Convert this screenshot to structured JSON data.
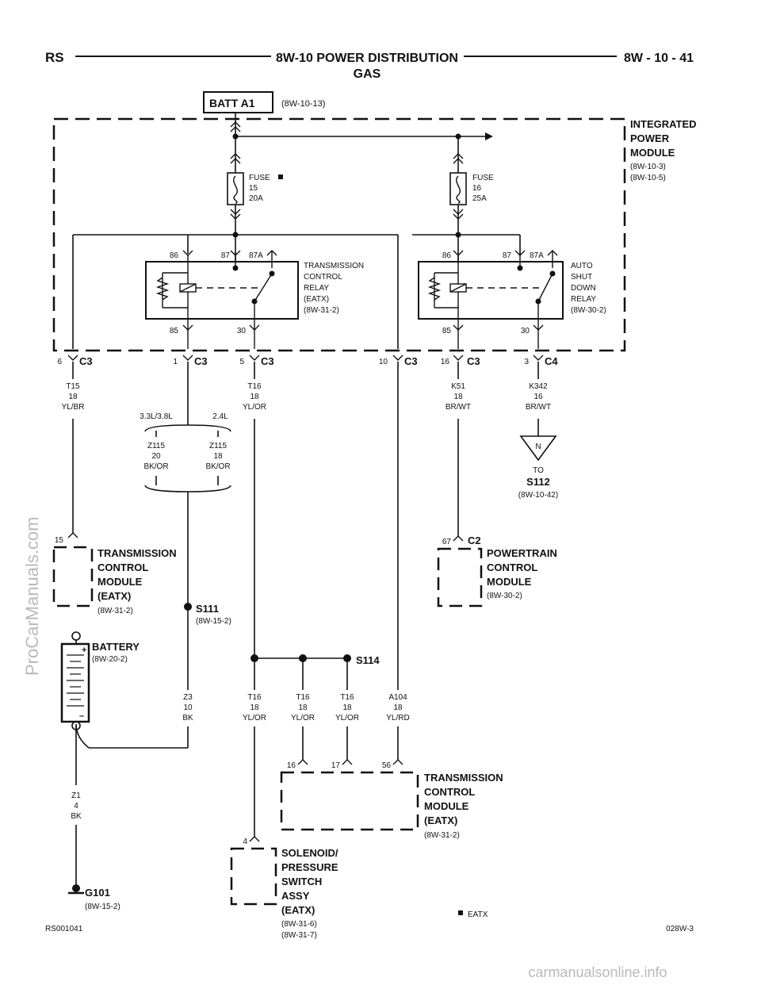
{
  "header": {
    "left": "RS",
    "title": "8W-10 POWER DISTRIBUTION",
    "subtitle": "GAS",
    "right": "8W - 10 - 41"
  },
  "batt": {
    "label": "BATT A1",
    "ref": "(8W-10-13)"
  },
  "ipm": {
    "line1": "INTEGRATED",
    "line2": "POWER",
    "line3": "MODULE",
    "ref1": "(8W-10-3)",
    "ref2": "(8W-10-5)"
  },
  "fuse15": {
    "l1": "FUSE",
    "l2": "15",
    "l3": "20A"
  },
  "fuse16": {
    "l1": "FUSE",
    "l2": "16",
    "l3": "25A"
  },
  "tcr": {
    "pins": {
      "p86": "86",
      "p87": "87",
      "p87a": "87A",
      "p85": "85",
      "p30": "30"
    },
    "l1": "TRANSMISSION",
    "l2": "CONTROL",
    "l3": "RELAY",
    "l4": "(EATX)",
    "l5": "(8W-31-2)"
  },
  "asd": {
    "pins": {
      "p86": "86",
      "p87": "87",
      "p87a": "87A",
      "p85": "85",
      "p30": "30"
    },
    "l1": "AUTO",
    "l2": "SHUT",
    "l3": "DOWN",
    "l4": "RELAY",
    "l5": "(8W-30-2)"
  },
  "connectors": [
    {
      "pin": "6",
      "name": "C3"
    },
    {
      "pin": "1",
      "name": "C3"
    },
    {
      "pin": "5",
      "name": "C3"
    },
    {
      "pin": "10",
      "name": "C3"
    },
    {
      "pin": "16",
      "name": "C3"
    },
    {
      "pin": "3",
      "name": "C4"
    }
  ],
  "wires": {
    "t15": {
      "id": "T15",
      "gauge": "18",
      "color": "YL/BR"
    },
    "t16a": {
      "id": "T16",
      "gauge": "18",
      "color": "YL/OR"
    },
    "k51": {
      "id": "K51",
      "gauge": "18",
      "color": "BR/WT"
    },
    "k342": {
      "id": "K342",
      "gauge": "16",
      "color": "BR/WT"
    },
    "z115a": {
      "id": "Z115",
      "gauge": "20",
      "color": "BK/OR"
    },
    "z115b": {
      "id": "Z115",
      "gauge": "18",
      "color": "BK/OR"
    },
    "z3": {
      "id": "Z3",
      "gauge": "10",
      "color": "BK"
    },
    "t16b": {
      "id": "T16",
      "gauge": "18",
      "color": "YL/OR"
    },
    "t16c": {
      "id": "T16",
      "gauge": "18",
      "color": "YL/OR"
    },
    "t16d": {
      "id": "T16",
      "gauge": "18",
      "color": "YL/OR"
    },
    "a104": {
      "id": "A104",
      "gauge": "18",
      "color": "YL/RD"
    },
    "z1": {
      "id": "Z1",
      "gauge": "4",
      "color": "BK"
    }
  },
  "engine": {
    "left": "3.3L/3.8L",
    "right": "2.4L"
  },
  "s112": {
    "n": "N",
    "to": "TO",
    "name": "S112",
    "ref": "(8W-10-42)"
  },
  "tcm1": {
    "pin": "15",
    "l1": "TRANSMISSION",
    "l2": "CONTROL",
    "l3": "MODULE",
    "l4": "(EATX)",
    "ref": "(8W-31-2)"
  },
  "pcm": {
    "pin": "67",
    "conn": "C2",
    "l1": "POWERTRAIN",
    "l2": "CONTROL",
    "l3": "MODULE",
    "ref": "(8W-30-2)"
  },
  "s111": {
    "name": "S111",
    "ref": "(8W-15-2)"
  },
  "battery": {
    "name": "BATTERY",
    "ref": "(8W-20-2)",
    "plus": "+",
    "minus": "–"
  },
  "s114": {
    "name": "S114"
  },
  "tcm2": {
    "pin16": "16",
    "pin17": "17",
    "pin56": "56",
    "l1": "TRANSMISSION",
    "l2": "CONTROL",
    "l3": "MODULE",
    "l4": "(EATX)",
    "ref": "(8W-31-2)"
  },
  "solenoid": {
    "pin": "4",
    "l1": "SOLENOID/",
    "l2": "PRESSURE",
    "l3": "SWITCH",
    "l4": "ASSY",
    "l5": "(EATX)",
    "ref1": "(8W-31-6)",
    "ref2": "(8W-31-7)"
  },
  "g101": {
    "name": "G101",
    "ref": "(8W-15-2)"
  },
  "legend": {
    "text": "EATX"
  },
  "footer": {
    "left": "RS001041",
    "right": "028W-3"
  },
  "watermarks": {
    "side": "ProCarManuals.com",
    "bottom": "carmanualsonline.info"
  }
}
